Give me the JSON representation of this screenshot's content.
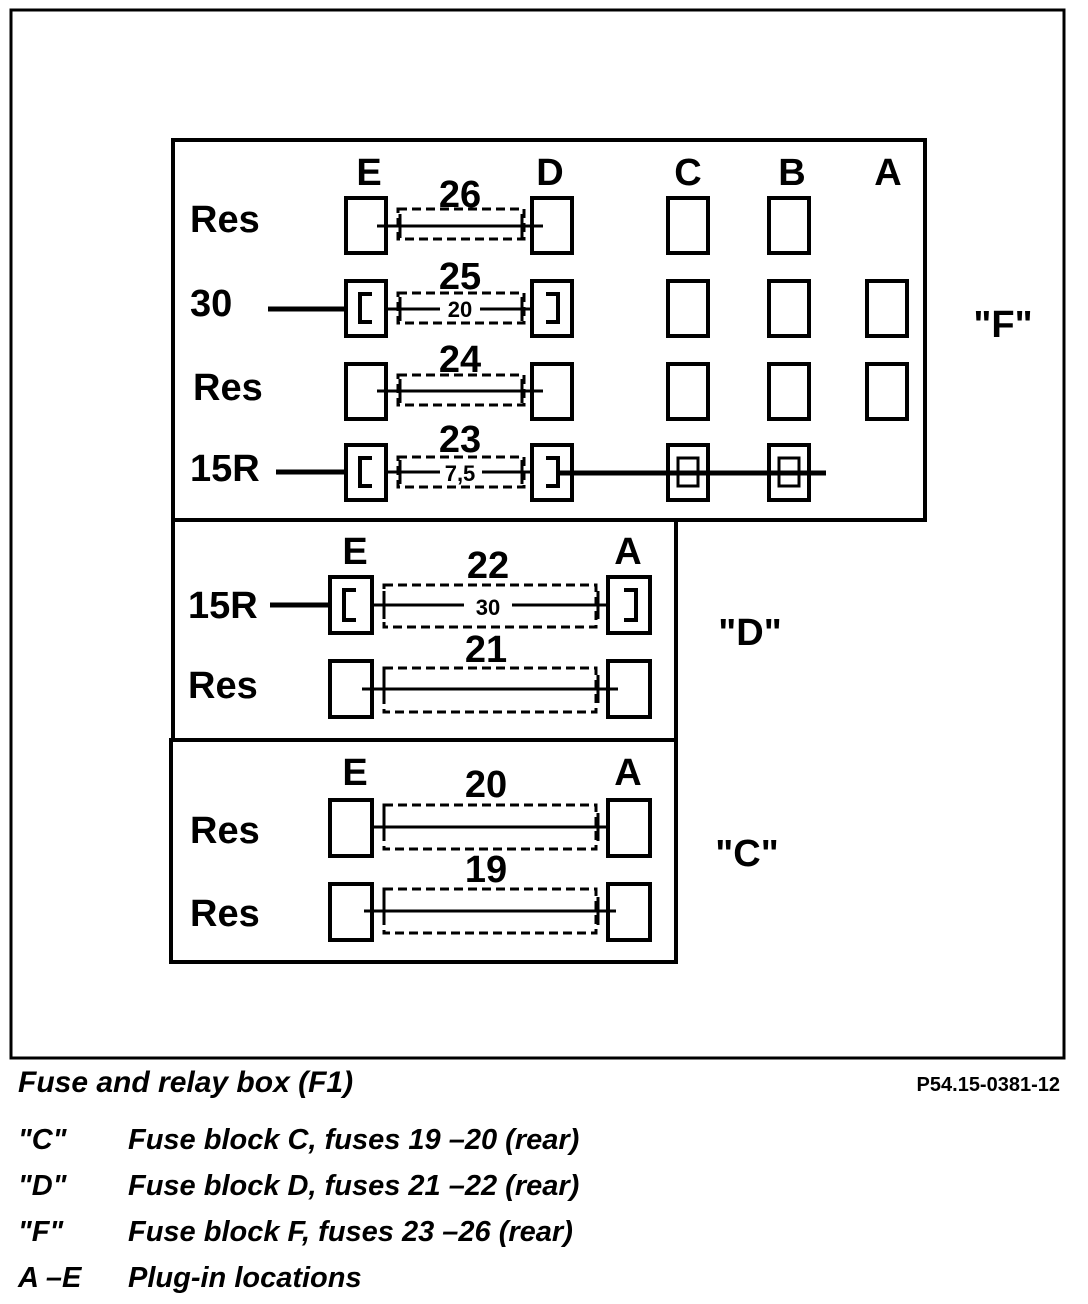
{
  "labels": {
    "res": "Res",
    "t30": "30",
    "t15r": "15R"
  },
  "columns_f": [
    "E",
    "D",
    "C",
    "B",
    "A"
  ],
  "columns_dc": [
    "E",
    "A"
  ],
  "fuses": {
    "f26": "26",
    "f25": "25",
    "f24": "24",
    "f23": "23",
    "f22": "22",
    "f21": "21",
    "f20": "20",
    "f19": "19"
  },
  "amps": {
    "f25": "20",
    "f23": "7,5",
    "f22": "30"
  },
  "blocks": {
    "f": "\"F\"",
    "d": "\"D\"",
    "c": "\"C\""
  },
  "caption": {
    "title": "Fuse and relay box (F1)",
    "ref": "P54.15-0381-12"
  },
  "legend": [
    {
      "key": "\"C\"",
      "text": "Fuse block C, fuses 19 –20 (rear)"
    },
    {
      "key": "\"D\"",
      "text": "Fuse block D, fuses 21 –22 (rear)"
    },
    {
      "key": "\"F\"",
      "text": "Fuse block F, fuses 23 –26 (rear)"
    },
    {
      "key": "A –E",
      "text": "Plug-in locations"
    }
  ]
}
